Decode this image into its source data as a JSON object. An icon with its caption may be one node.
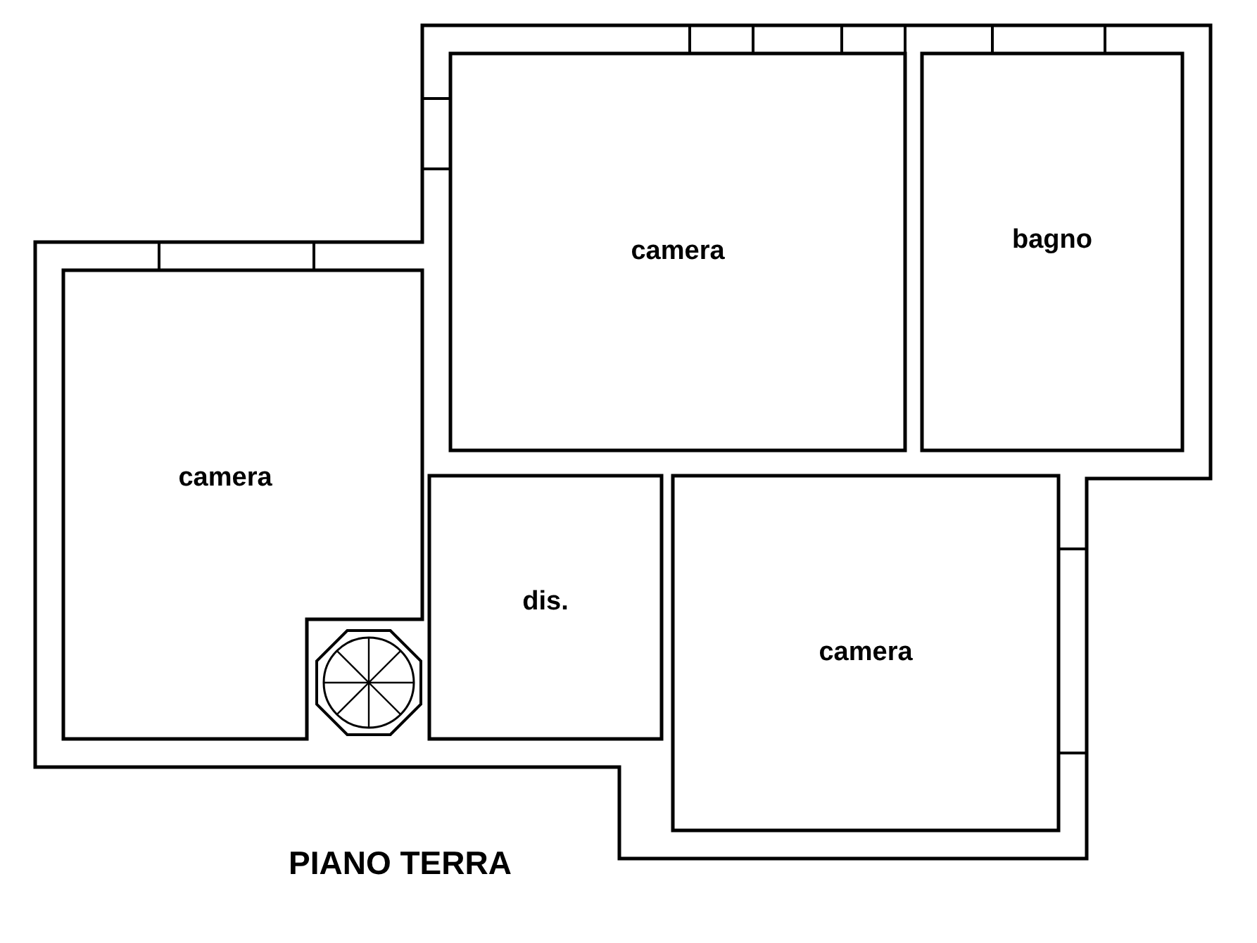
{
  "diagram": {
    "title": "PIANO TERRA",
    "nodes": [
      {
        "text": [
          "camera"
        ]
      },
      {
        "text": [
          "bagno"
        ]
      },
      {
        "text": [
          "camera"
        ]
      },
      {
        "text": [
          "dis."
        ]
      },
      {
        "text": [
          "camera"
        ]
      }
    ],
    "edges": []
  }
}
